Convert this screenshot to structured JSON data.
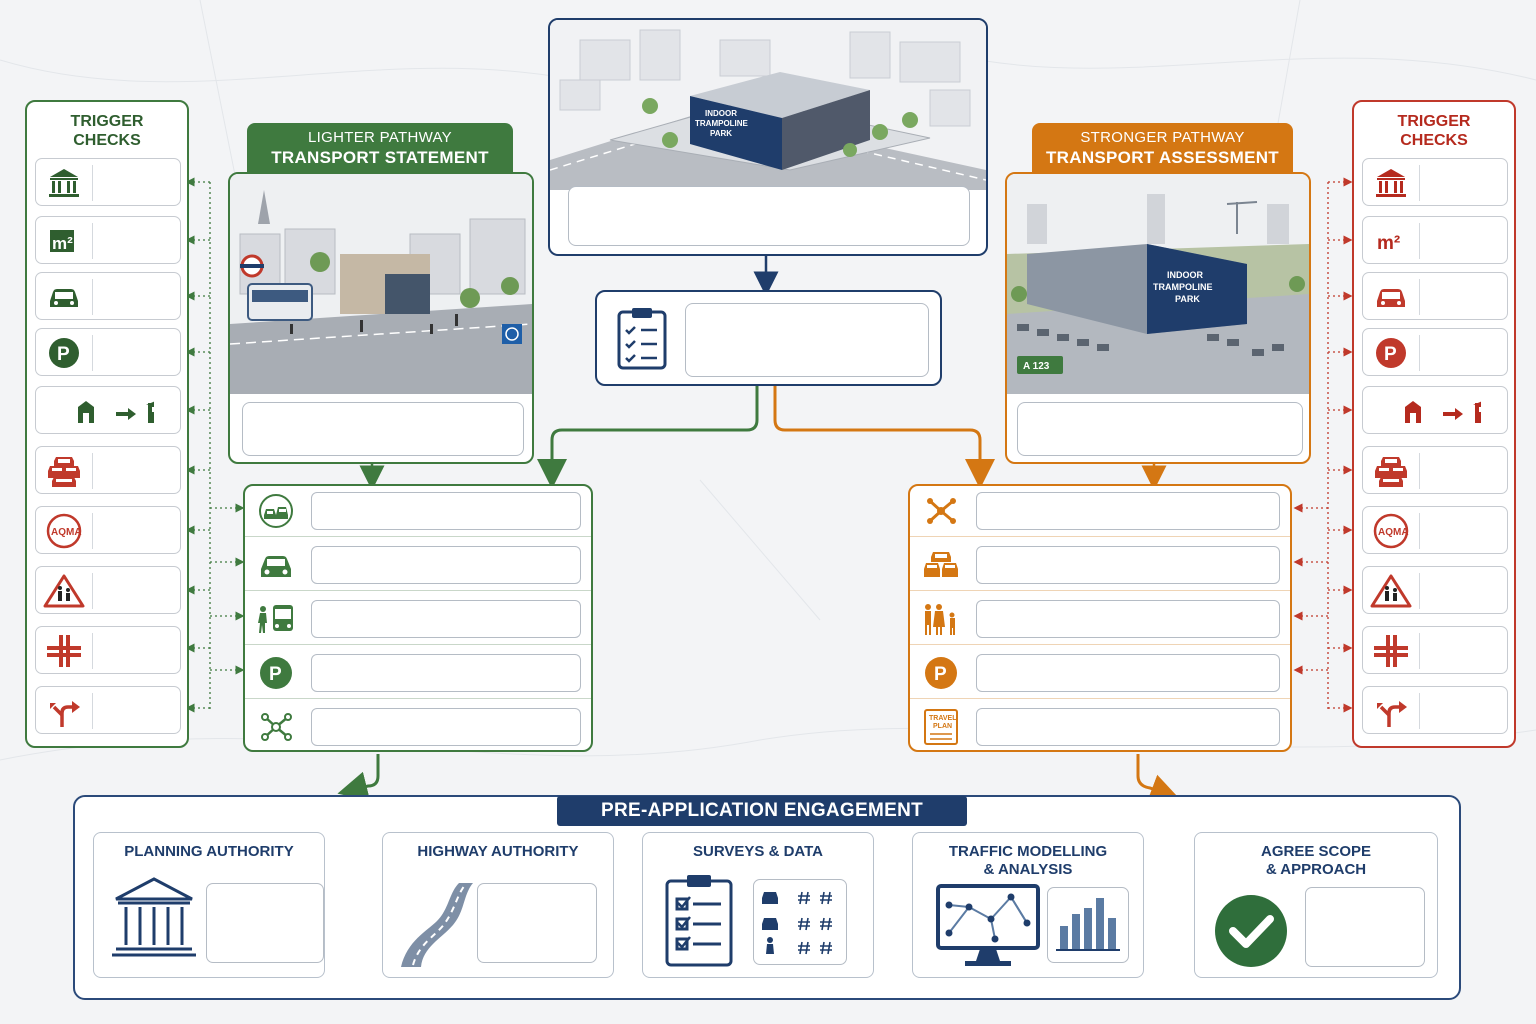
{
  "left_triggers": {
    "title": "TRIGGER\nCHECKS",
    "items": [
      {
        "icon": "civic-building-icon"
      },
      {
        "icon": "floor-area-icon",
        "label": "m²"
      },
      {
        "icon": "car-icon"
      },
      {
        "icon": "parking-icon",
        "label": "P"
      },
      {
        "icon": "change-of-use-icon"
      },
      {
        "icon": "traffic-congestion-icon"
      },
      {
        "icon": "aqma-icon",
        "label": "AQMA"
      },
      {
        "icon": "school-warning-icon"
      },
      {
        "icon": "junction-icon"
      },
      {
        "icon": "turn-arrow-icon"
      }
    ]
  },
  "right_triggers": {
    "title": "TRIGGER\nCHECKS",
    "items": [
      {
        "icon": "civic-building-icon"
      },
      {
        "icon": "floor-area-icon",
        "label": "m²"
      },
      {
        "icon": "car-icon"
      },
      {
        "icon": "parking-icon",
        "label": "P"
      },
      {
        "icon": "change-of-use-icon"
      },
      {
        "icon": "traffic-congestion-icon"
      },
      {
        "icon": "aqma-icon",
        "label": "AQMA"
      },
      {
        "icon": "school-warning-icon"
      },
      {
        "icon": "junction-icon"
      },
      {
        "icon": "turn-arrow-icon"
      }
    ]
  },
  "lighter_pathway": {
    "subtitle": "LIGHTER PATHWAY",
    "title": "TRANSPORT STATEMENT",
    "color": "#3f7a3f",
    "steps": [
      {
        "icon": "two-cars-icon"
      },
      {
        "icon": "car-icon"
      },
      {
        "icon": "pedestrian-bus-icon"
      },
      {
        "icon": "parking-icon",
        "label": "P"
      },
      {
        "icon": "network-nodes-icon"
      }
    ]
  },
  "stronger_pathway": {
    "subtitle": "STRONGER PATHWAY",
    "title": "TRANSPORT ASSESSMENT",
    "color": "#d47713",
    "sign_label": "A 123",
    "building_label": "INDOOR\nTRAMPOLINE\nPARK",
    "steps": [
      {
        "icon": "network-nodes-icon"
      },
      {
        "icon": "traffic-congestion-icon"
      },
      {
        "icon": "family-icon"
      },
      {
        "icon": "parking-icon",
        "label": "P"
      },
      {
        "icon": "travel-plan-icon",
        "label": "TRAVEL\nPLAN"
      }
    ]
  },
  "site": {
    "building_label": "INDOOR\nTRAMPOLINE\nPARK",
    "color": "#1f3d6b"
  },
  "pre_application": {
    "title": "PRE-APPLICATION ENGAGEMENT",
    "stages": [
      {
        "title": "PLANNING AUTHORITY",
        "icon": "planning-authority-icon"
      },
      {
        "title": "HIGHWAY AUTHORITY",
        "icon": "road-icon"
      },
      {
        "title": "SURVEYS & DATA",
        "icon": "survey-clipboard-icon"
      },
      {
        "title": "TRAFFIC MODELLING\n& ANALYSIS",
        "icon": "modelling-monitor-icon"
      },
      {
        "title": "AGREE SCOPE\n& APPROACH",
        "icon": "check-circle-icon"
      }
    ]
  }
}
